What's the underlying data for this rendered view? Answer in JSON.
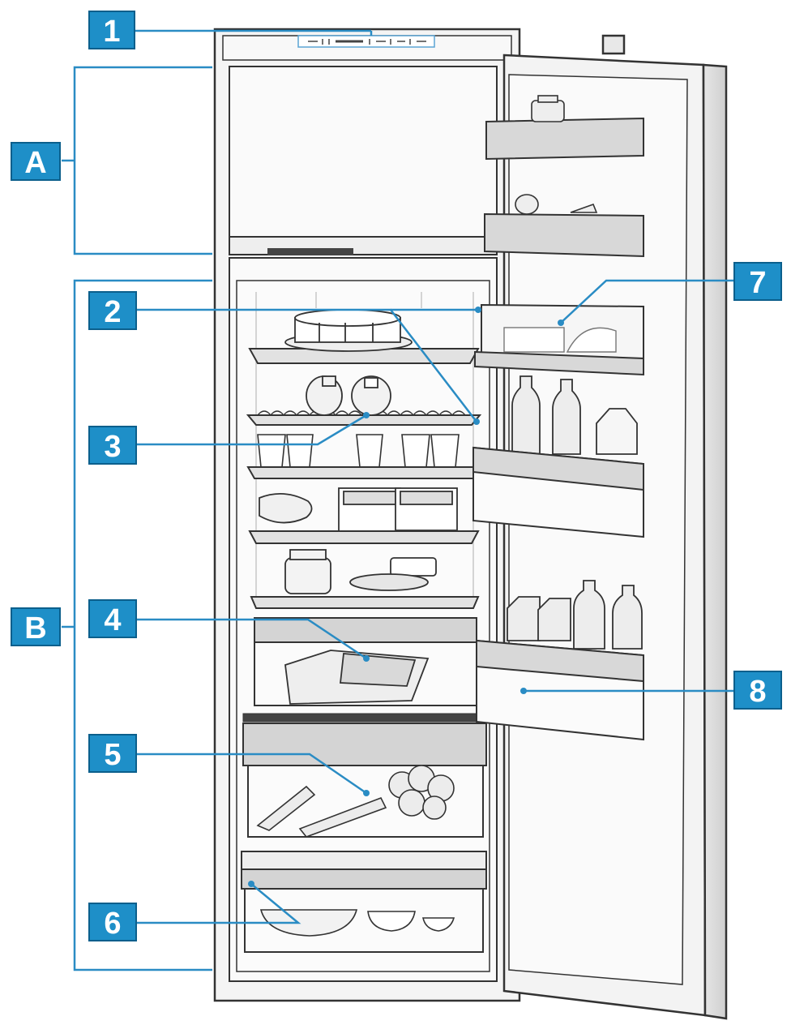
{
  "badges": {
    "b1": "1",
    "b2": "2",
    "b3": "3",
    "b4": "4",
    "b5": "5",
    "b6": "6",
    "b7": "7",
    "b8": "8",
    "bA": "A",
    "bB": "B"
  },
  "colors": {
    "badge_fill": "#1e8fc8",
    "badge_edge": "#0b5f8c",
    "leader": "#2a8cc4",
    "outline": "#333333",
    "fridge_fill": "#f4f4f4",
    "inner_fill": "#fafafa",
    "shelf_fill": "#e2e2e2",
    "drawer_front": "#d4d4d4"
  }
}
